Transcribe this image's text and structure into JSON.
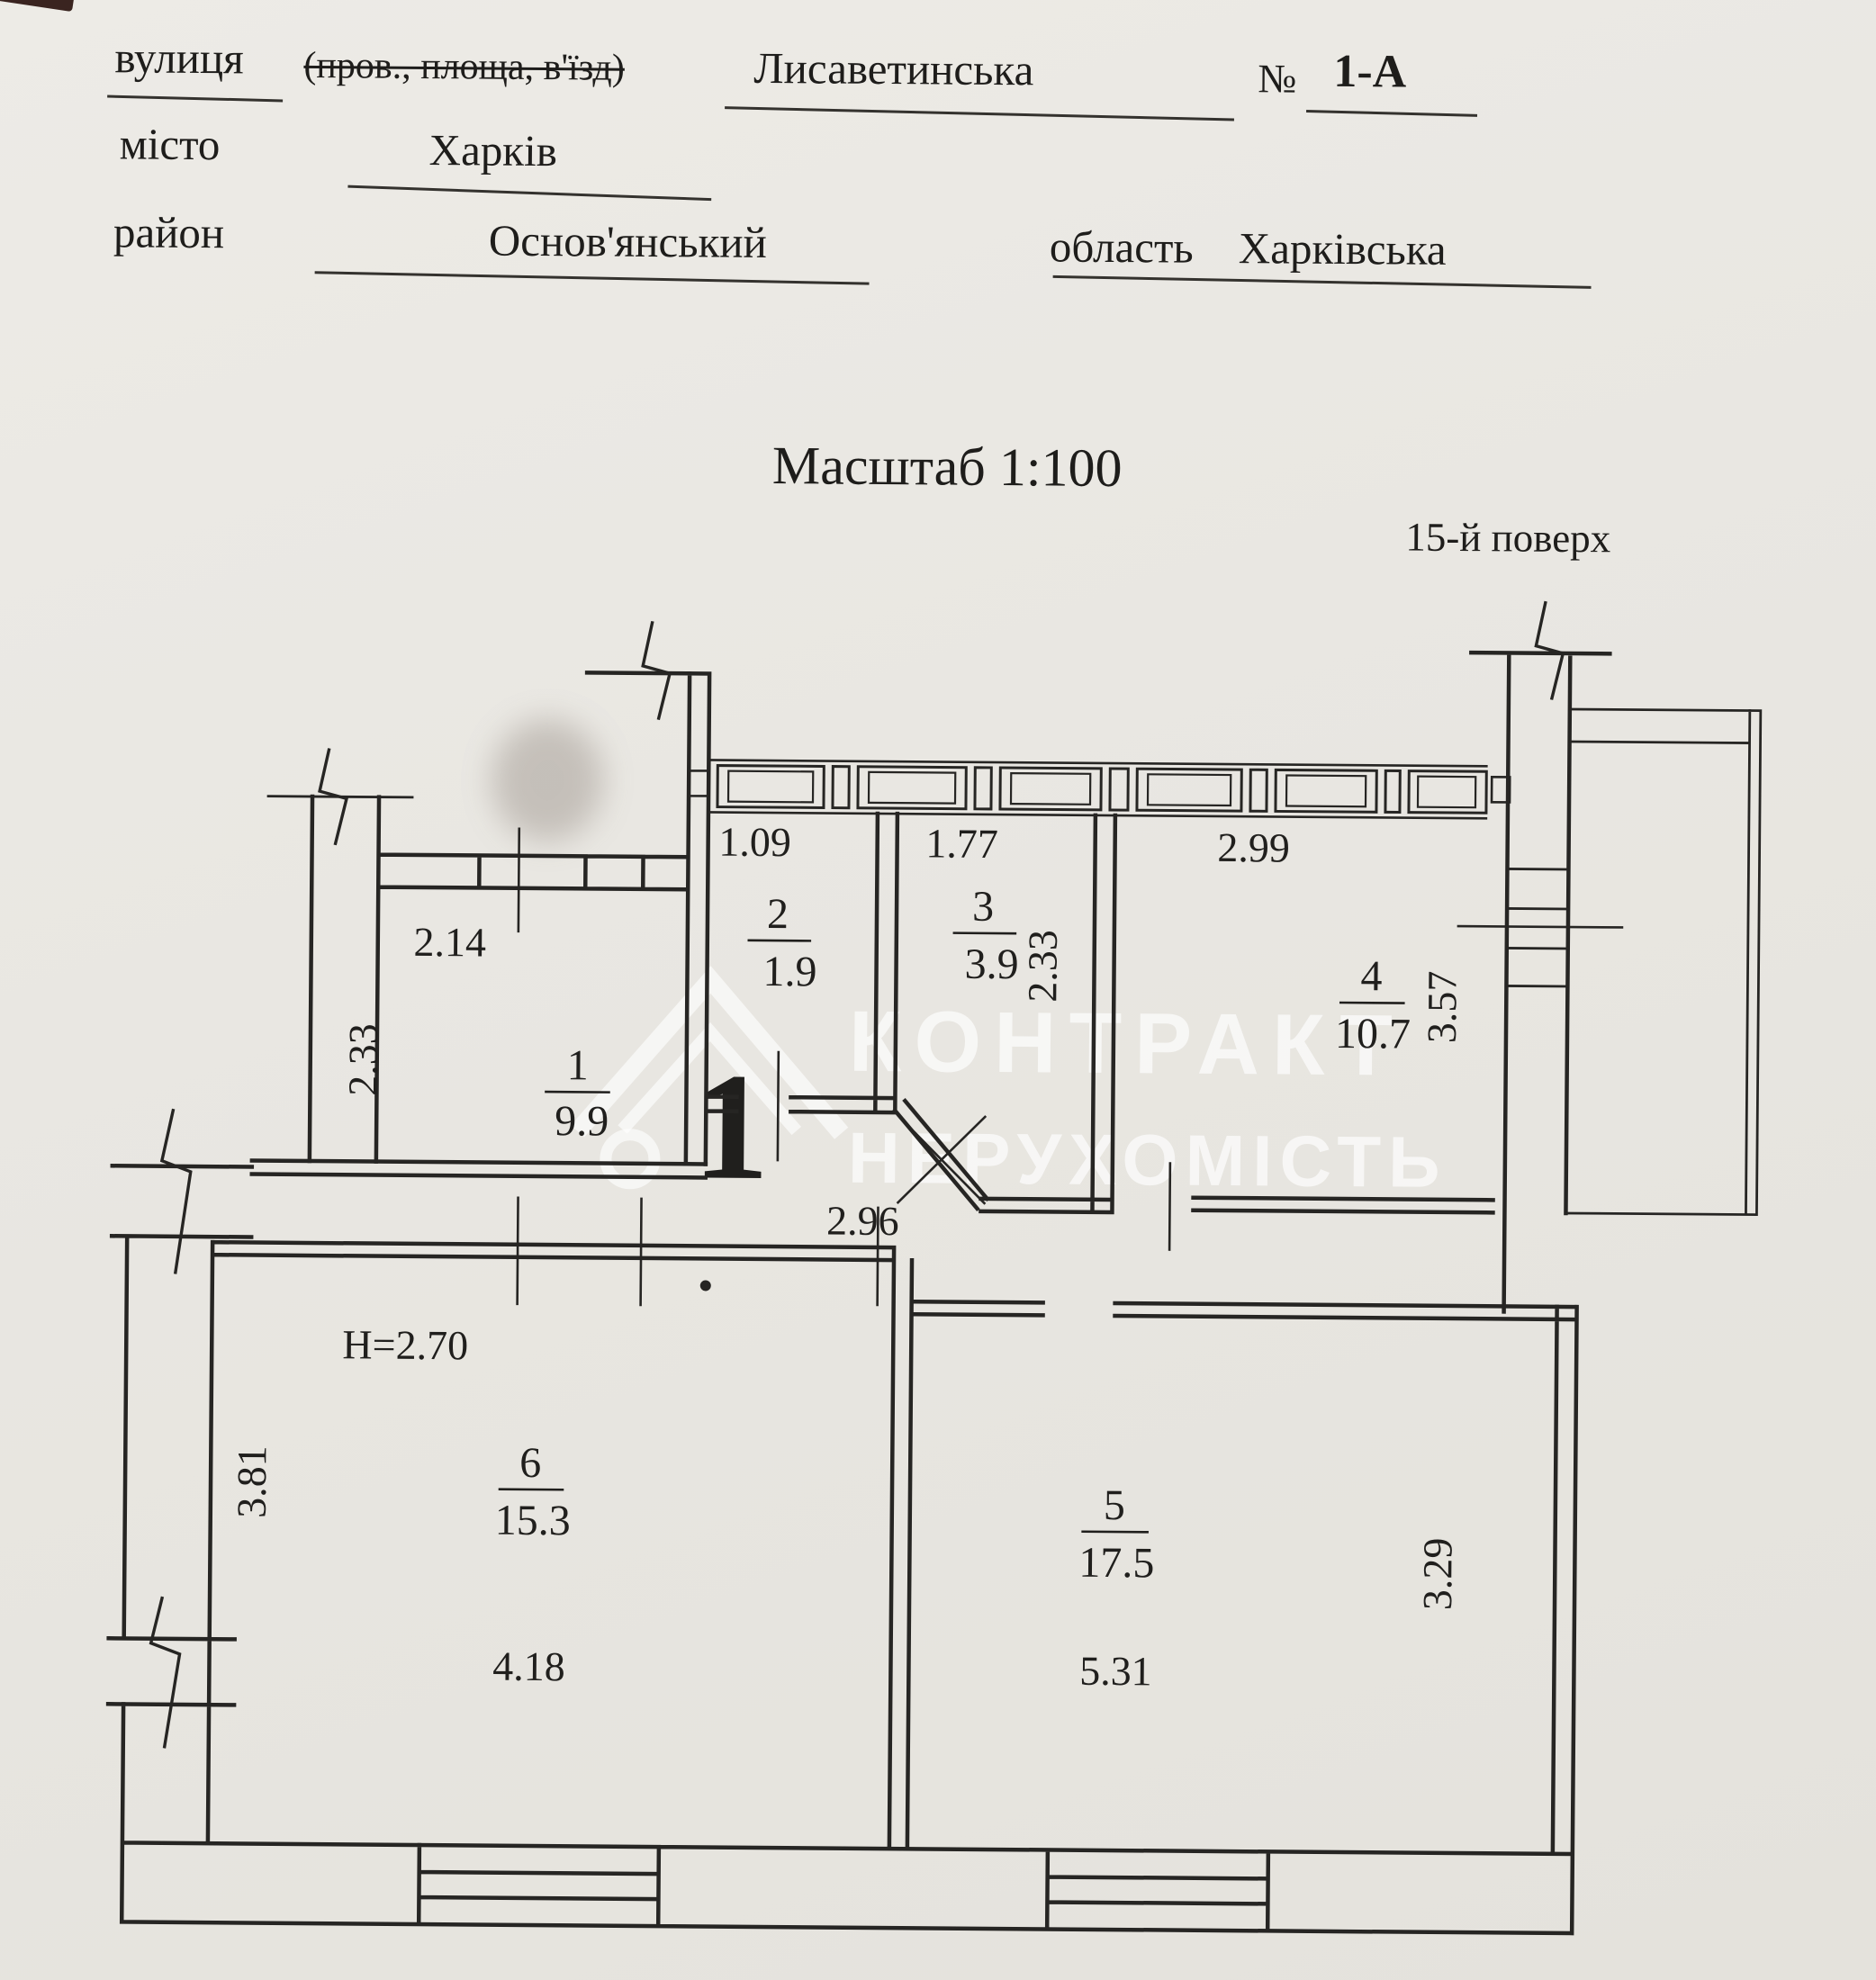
{
  "header": {
    "street_label": "вулиця",
    "street_sublabel": "(пров., площа, в'їзд)",
    "street_value": "Лисаветинська",
    "number_sign": "№",
    "number_value": "1-А",
    "city_label": "місто",
    "city_value": "Харків",
    "district_label": "район",
    "district_value": "Основ'янський",
    "region_label": "область",
    "region_value": "Харківська"
  },
  "title": {
    "scale_text": "Масштаб 1:100",
    "floor_text": "15-й поверх"
  },
  "watermark": {
    "line1": "КОНТРАКТ",
    "line2": "НЕРУХОМІСТЬ",
    "logo_digit": "1"
  },
  "plan": {
    "ceiling_height": "H=2.70",
    "rooms": [
      {
        "number": "1",
        "area": "9.9"
      },
      {
        "number": "2",
        "area": "1.9"
      },
      {
        "number": "3",
        "area": "3.9"
      },
      {
        "number": "4",
        "area": "10.7"
      },
      {
        "number": "5",
        "area": "17.5"
      },
      {
        "number": "6",
        "area": "15.3"
      }
    ],
    "dimensions": {
      "room2_width": "1.09",
      "room3_width": "1.77",
      "room4_width": "2.99",
      "room1_width": "2.14",
      "room1_depth": "2.33",
      "room3_depth": "2.33",
      "room4_depth": "3.57",
      "hall_width": "2.96",
      "room6_depth": "3.81",
      "room6_width": "4.18",
      "room5_width": "5.31",
      "room5_depth": "3.29"
    }
  },
  "symbols": {
    "wall_break": "lightning-zigzag",
    "window": "double-frame-rect",
    "door_diagonal": "x-cross-flue",
    "logo": "house-outline-icon",
    "stamp": "blurred-round-stamp"
  }
}
